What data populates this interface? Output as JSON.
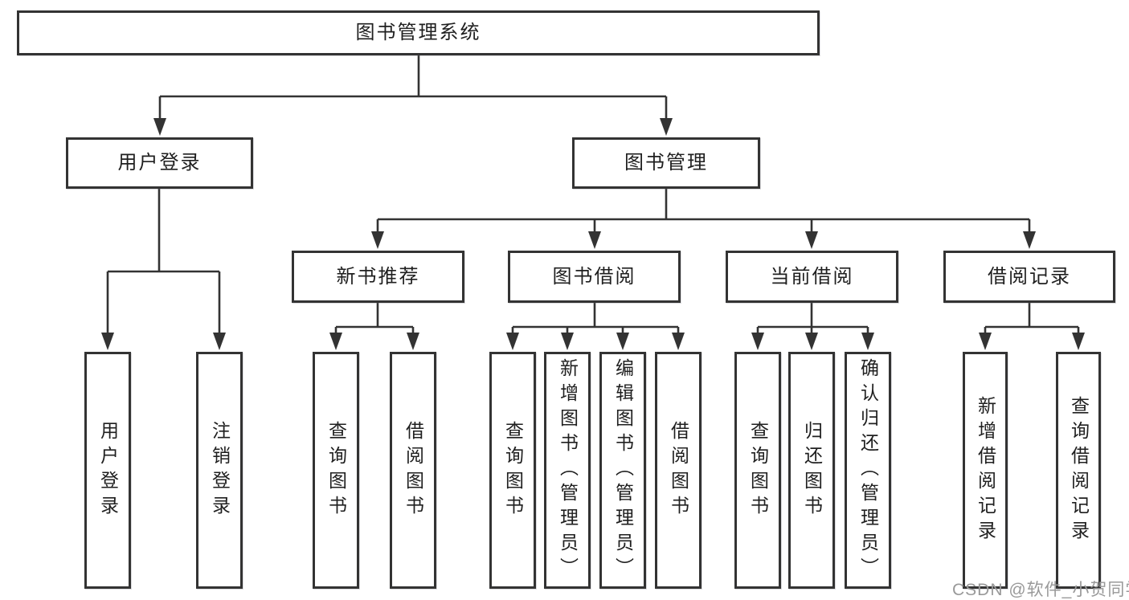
{
  "diagram_type": "hierarchy-chart",
  "colors": {
    "background": "#ffffff",
    "line": "#333333",
    "box_border": "#333333",
    "text": "#1f1f1f",
    "watermark": "#999999"
  },
  "tree": {
    "label": "图书管理系统",
    "children": [
      {
        "label": "用户登录",
        "children": [
          {
            "label": "用户登录"
          },
          {
            "label": "注销登录"
          }
        ]
      },
      {
        "label": "图书管理",
        "children": [
          {
            "label": "新书推荐",
            "children": [
              {
                "label": "查询图书"
              },
              {
                "label": "借阅图书"
              }
            ]
          },
          {
            "label": "图书借阅",
            "children": [
              {
                "label": "查询图书"
              },
              {
                "label": "新增图书（管理员）"
              },
              {
                "label": "编辑图书（管理员）"
              },
              {
                "label": "借阅图书"
              }
            ]
          },
          {
            "label": "当前借阅",
            "children": [
              {
                "label": "查询图书"
              },
              {
                "label": "归还图书"
              },
              {
                "label": "确认归还（管理员）"
              }
            ]
          },
          {
            "label": "借阅记录",
            "children": [
              {
                "label": "新增借阅记录"
              },
              {
                "label": "查询借阅记录"
              }
            ]
          }
        ]
      }
    ]
  },
  "watermark": {
    "text": "CSDN @软件_小贺同学"
  }
}
